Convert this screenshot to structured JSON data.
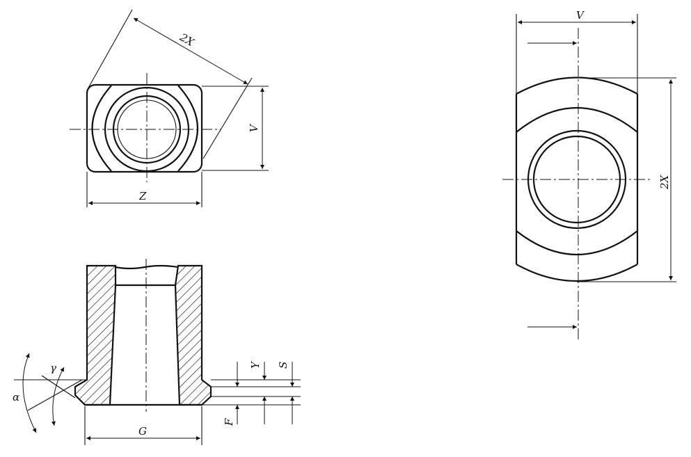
{
  "labels": {
    "two_x": "2X",
    "v": "V",
    "z": "Z",
    "g": "G",
    "y": "Y",
    "s": "S",
    "f": "F",
    "alpha": "α",
    "gamma": "γ"
  }
}
